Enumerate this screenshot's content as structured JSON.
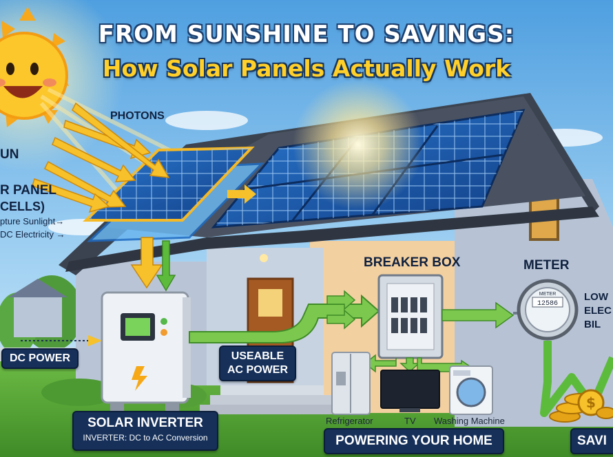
{
  "title": {
    "line1": "FROM SUNSHINE TO SAVINGS:",
    "line2": "How Solar Panels Actually Work"
  },
  "labels": {
    "sun": "UN",
    "photons": "PHOTONS",
    "solar_panel_line1": "R PANEL",
    "solar_panel_line2": "CELLS)",
    "capture_sunlight": "pture Sunlight→",
    "dc_electricity": "DC Electricity →",
    "dc_power": "DC POWER",
    "usable_ac_power_line1": "USEABLE",
    "usable_ac_power_line2": "AC POWER",
    "breaker_box": "BREAKER BOX",
    "meter": "METER",
    "lower_bill_line1": "LOW",
    "lower_bill_line2": "ELEC",
    "lower_bill_line3": "BIL",
    "solar_inverter": "SOLAR INVERTER",
    "inverter_caption": "INVERTER: DC to AC Conversion",
    "refrigerator": "Refrigerator",
    "tv": "TV",
    "washing_machine": "Washing Machine",
    "powering_your_home": "POWERING YOUR HOME",
    "savings": "SAVI",
    "meter_face": "METER",
    "meter_reading": "12586",
    "coin_symbol": "$"
  },
  "colors": {
    "sky_top": "#5aa9e6",
    "sky_bottom": "#cfe9f8",
    "arrow_yellow": "#f6c12a",
    "arrow_green": "#5dbb3b",
    "label_navy": "#16305a",
    "panel_blue": "#1d5fb4",
    "roof_dark": "#3b4350",
    "wall_blue": "#aab9cf",
    "wall_peach": "#f6d6a6",
    "grass": "#5ea83a",
    "coin_gold": "#f2b51e"
  },
  "icons": [
    "sun-icon",
    "lightning-bolt-icon",
    "dollar-coin-icon"
  ]
}
